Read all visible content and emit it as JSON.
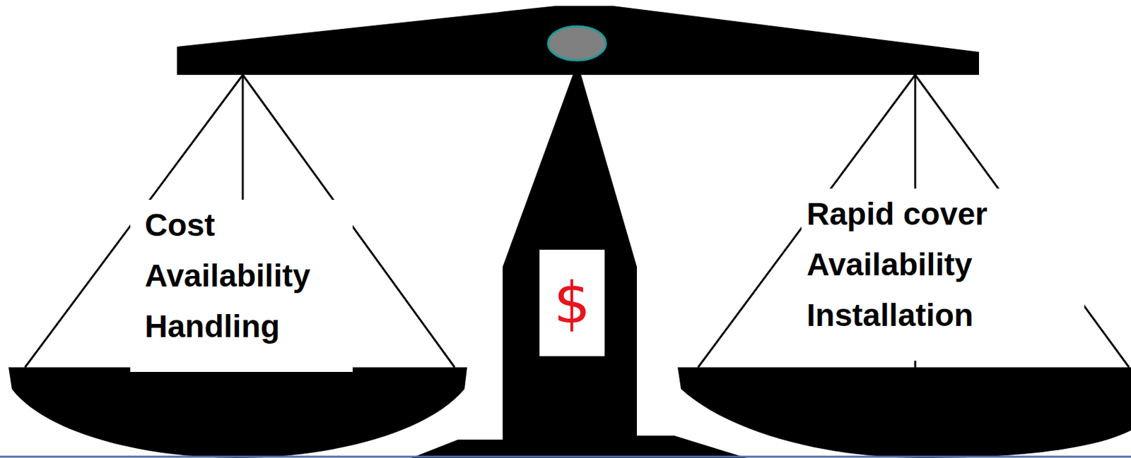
{
  "diagram": {
    "nodes": [
      {
        "text": [
          "Cost",
          "Availability",
          "Handling"
        ]
      },
      {
        "text": [
          "$"
        ]
      },
      {
        "text": [
          "Rapid cover",
          "Availability",
          "Installation"
        ]
      }
    ]
  }
}
